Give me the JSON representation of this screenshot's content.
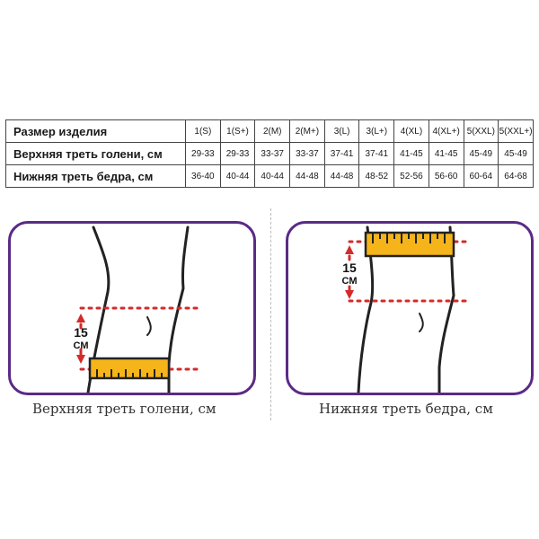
{
  "table": {
    "header": [
      "Размер изделия",
      "1(S)",
      "1(S+)",
      "2(M)",
      "2(M+)",
      "3(L)",
      "3(L+)",
      "4(XL)",
      "4(XL+)",
      "5(XXL)",
      "5(XXL+)"
    ],
    "rows": [
      [
        "Верхняя треть голени, см",
        "29-33",
        "29-33",
        "33-37",
        "33-37",
        "37-41",
        "37-41",
        "41-45",
        "41-45",
        "45-49",
        "45-49"
      ],
      [
        "Нижняя треть бедра, см",
        "36-40",
        "40-44",
        "40-44",
        "44-48",
        "44-48",
        "48-52",
        "52-56",
        "56-60",
        "60-64",
        "64-68"
      ]
    ]
  },
  "panels": {
    "left": {
      "marker_value": "15",
      "marker_unit": "СМ",
      "caption": "Верхняя треть голени, см"
    },
    "right": {
      "marker_value": "15",
      "marker_unit": "СМ",
      "caption": "Нижняя треть бедра, см"
    }
  },
  "colors": {
    "frame": "#5b2a86",
    "tape": "#f5b41a",
    "dots": "#d42a2a"
  }
}
